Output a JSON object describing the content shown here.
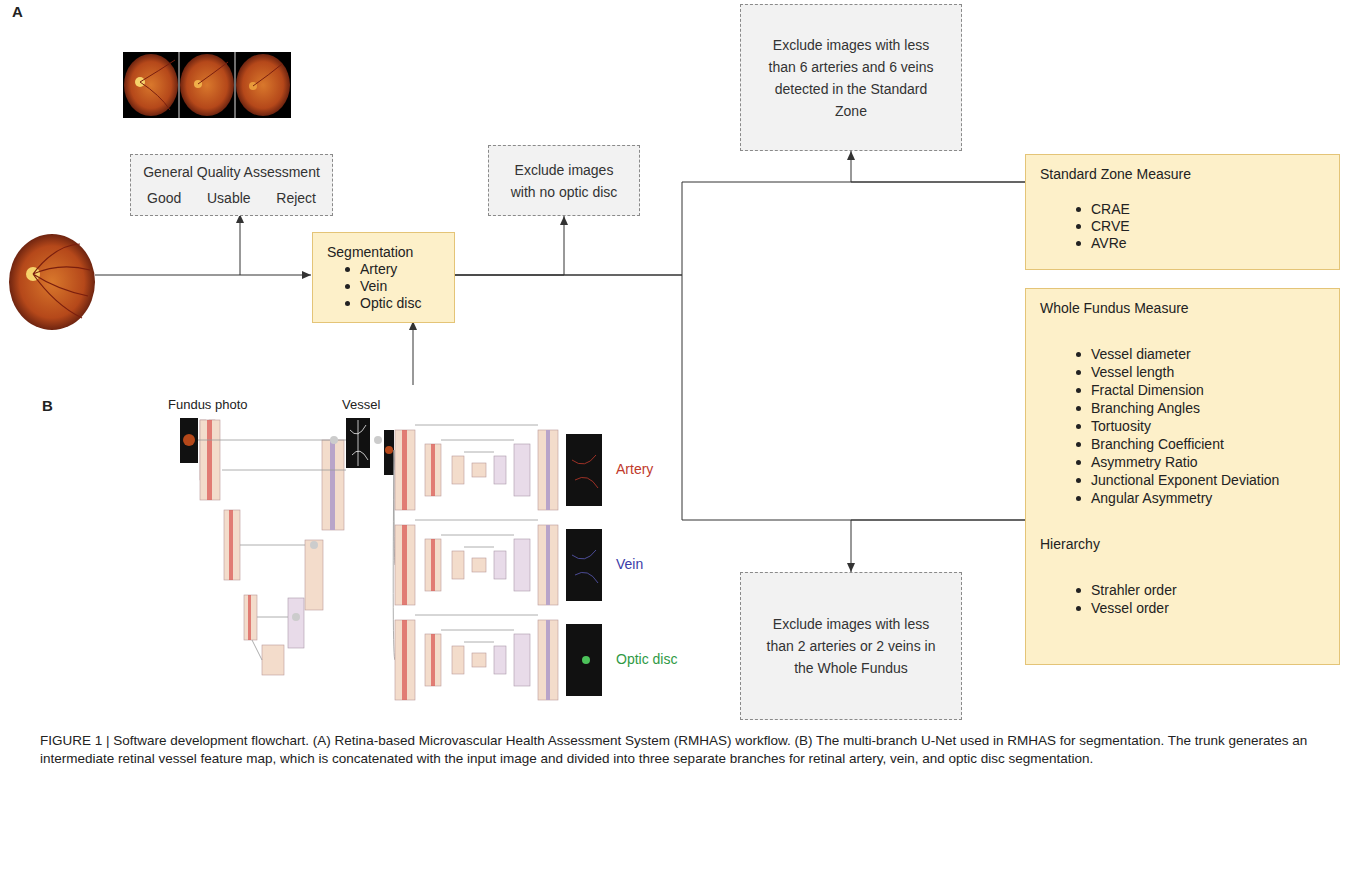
{
  "diagram": {
    "caption": "FIGURE 1 | Software development flowchart. (A) Retina-based Microvascular Health Assessment System (RMHAS) workflow. (B) The multi-branch U-Net used in RMHAS for segmentation. The trunk generates an intermediate retinal vessel feature map, which is concatenated with the input image and divided into three separate branches for retinal artery, vein, and optic disc segmentation.",
    "nodes": [
      {
        "text": [
          "General Quality Assessment",
          "Good",
          "Usable",
          "Reject"
        ]
      },
      {
        "text": [
          "Segmentation",
          "Artery",
          "Vein",
          "Optic disc"
        ]
      },
      {
        "text": [
          "Exclude images with no optic disc"
        ]
      },
      {
        "text": [
          "Exclude images with less than 6 arteries and 6 veins detected in the Standard Zone"
        ]
      },
      {
        "text": [
          "Standard Zone Measure",
          "CRAE",
          "CRVE",
          "AVRe"
        ]
      },
      {
        "text": [
          "Whole Fundus Measure",
          "Vessel diameter",
          "Vessel length",
          "Fractal Dimension",
          "Branching Angles",
          "Tortuosity",
          "Branching Coefficient",
          "Asymmetry Ratio",
          "Junctional Exponent Deviation",
          "Angular Asymmetry",
          "Hierarchy",
          "Strahler order",
          "Vessel order"
        ]
      },
      {
        "text": [
          "Exclude images with less than 2 arteries or 2 veins in the Whole Fundus"
        ]
      }
    ],
    "edges": [
      {
        "from": 1,
        "to": 2,
        "arrow": "to"
      },
      {
        "from": 1,
        "to": 4,
        "arrow": "none"
      },
      {
        "from": 1,
        "to": 5,
        "arrow": "none"
      },
      {
        "from": 4,
        "to": 3,
        "arrow": "to"
      },
      {
        "from": 5,
        "to": 6,
        "arrow": "to"
      }
    ],
    "labels": [
      "A",
      "B",
      "Fundus photo",
      "Vessel",
      "Artery",
      "Vein",
      "Optic disc"
    ]
  }
}
